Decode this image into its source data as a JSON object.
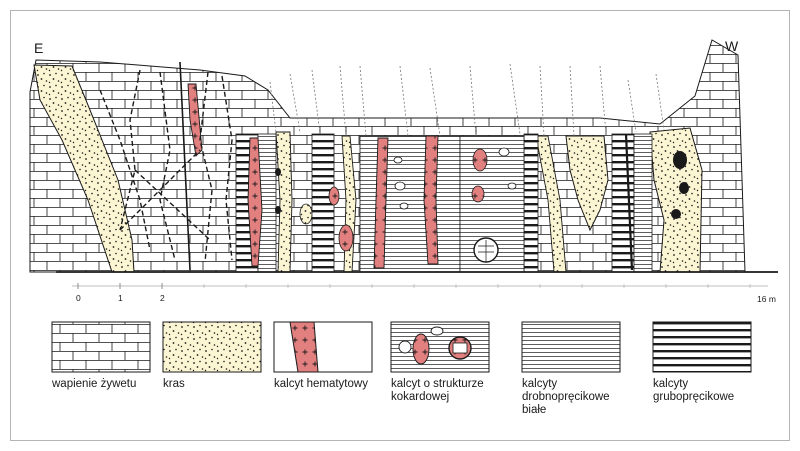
{
  "section": {
    "label_left": "E",
    "label_right": "W",
    "scale": {
      "ticks": [
        "0",
        "1",
        "2"
      ],
      "end_label": "16 m"
    }
  },
  "colors": {
    "limestone_fill": "#ffffff",
    "karst_fill": "#fbf5d3",
    "hematite_fill": "#e27f7f",
    "line": "#1a1a1a"
  },
  "legend": {
    "items": [
      {
        "name": "limestone",
        "label": "wapienie żywetu"
      },
      {
        "name": "karst",
        "label": "kras"
      },
      {
        "name": "hematite",
        "label": "kalcyt hematytowy"
      },
      {
        "name": "cockade",
        "label": "kalcyt o strukturze\nkokardowej"
      },
      {
        "name": "fine-calcite",
        "label": "kalcyty\ndrobnopręcikowe\nbiałe"
      },
      {
        "name": "coarse-calcite",
        "label": "kalcyty\ngrubopręcikowe"
      }
    ]
  }
}
